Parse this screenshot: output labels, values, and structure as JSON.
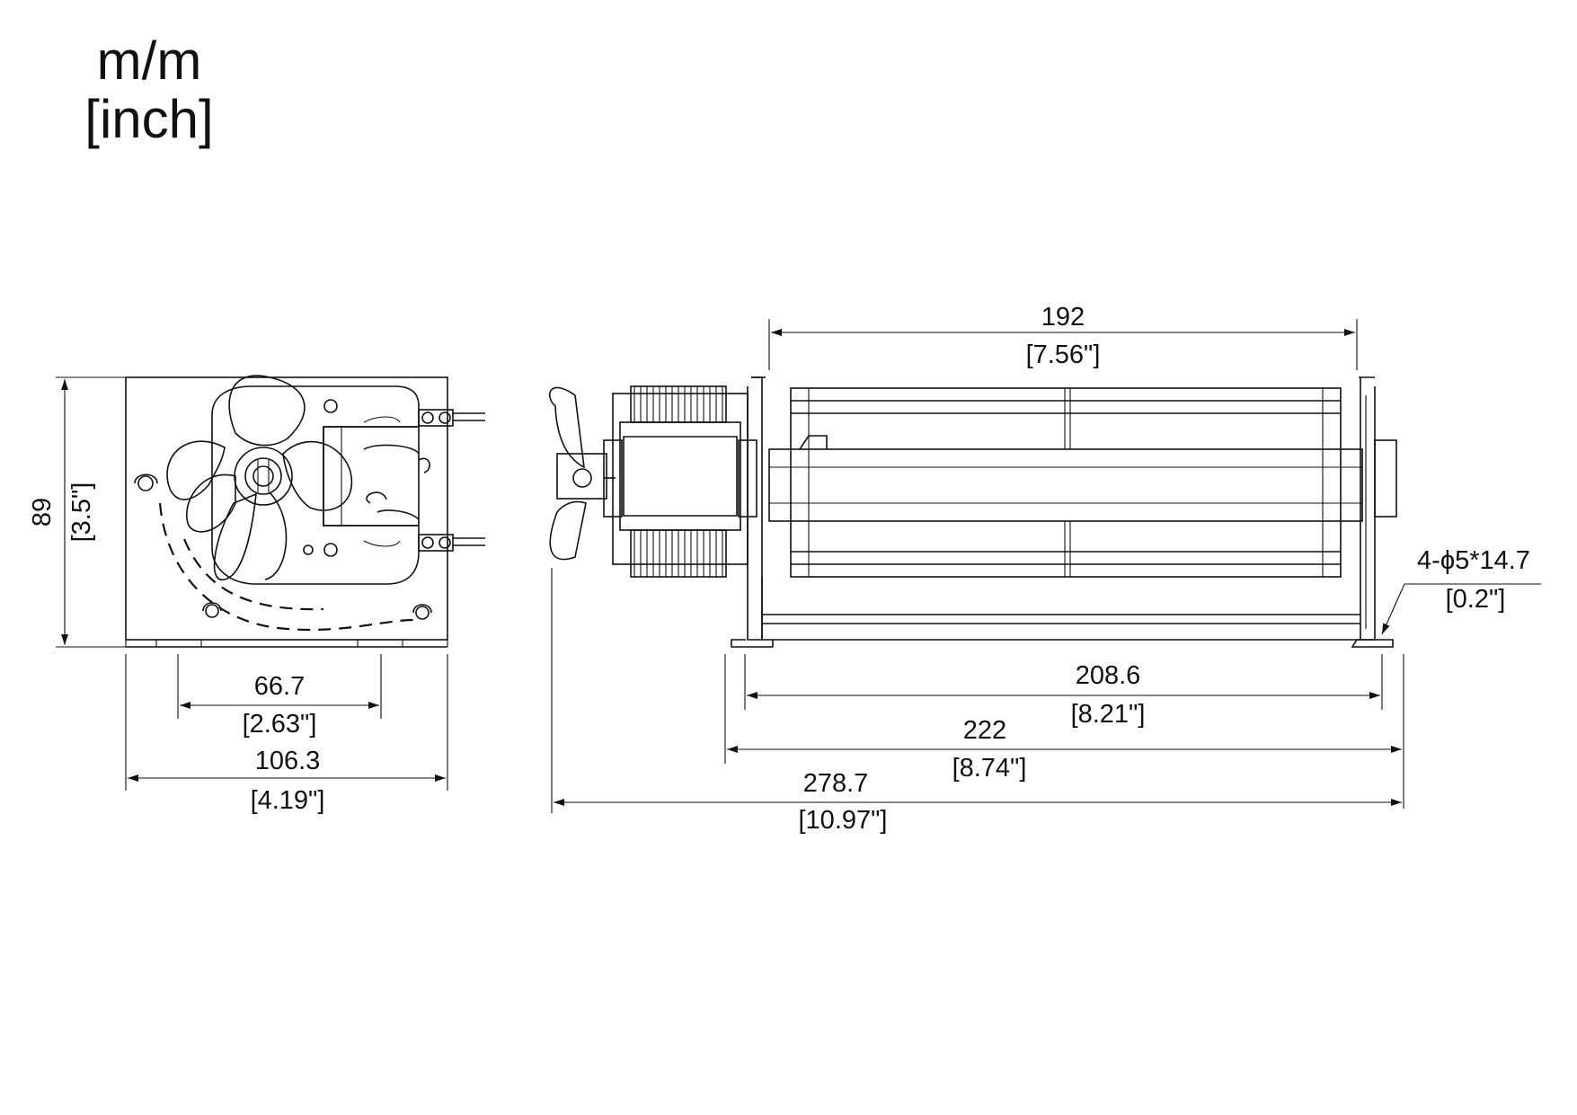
{
  "units": {
    "primary": "m/m",
    "secondary": "[inch]"
  },
  "dimensions": {
    "height": {
      "value": "89",
      "inch": "[3.5\"]"
    },
    "foot_spacing": {
      "value": "66.7",
      "inch": "[2.63\"]"
    },
    "side_width": {
      "value": "106.3",
      "inch": "[4.19\"]"
    },
    "impeller_length": {
      "value": "192",
      "inch": "[7.56\"]"
    },
    "hole_spacing": {
      "value": "208.6",
      "inch": "[8.21\"]"
    },
    "base_length": {
      "value": "222",
      "inch": "[8.74\"]"
    },
    "overall_length": {
      "value": "278.7",
      "inch": "[10.97\"]"
    },
    "mounting_holes": {
      "value": "4-ϕ5*14.7",
      "inch": "[0.2\"]"
    }
  }
}
